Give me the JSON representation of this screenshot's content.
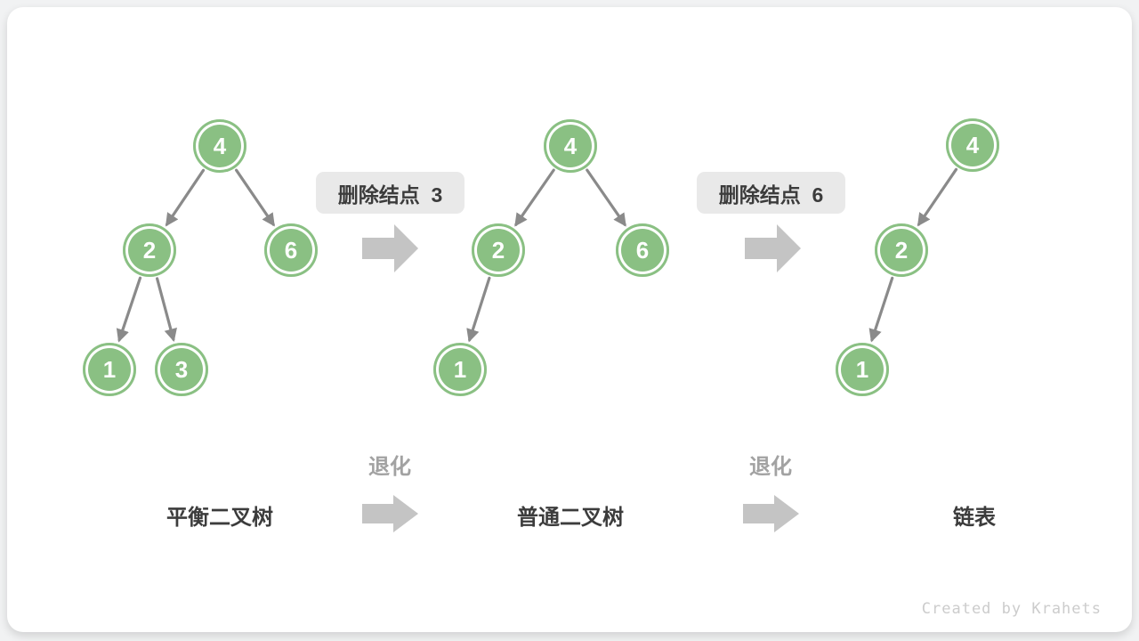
{
  "diagram": {
    "kind": "binary-tree-degeneration",
    "credit": "Created by Krahets"
  },
  "colors": {
    "page_bg": "#f1f2f3",
    "panel_bg": "#ffffff",
    "node_green": "#8AC083",
    "node_text": "#ffffff",
    "edge_gray": "#8a8a8a",
    "block_arrow_gray": "#c4c4c4",
    "step_label_bg": "#e9e9e9",
    "dark_text": "#3c3c3c",
    "muted_text": "#a2a2a2",
    "credit_text": "#cccccc"
  },
  "step_labels": [
    {
      "text": "删除结点  3"
    },
    {
      "text": "删除结点  6"
    }
  ],
  "degenerate_labels": [
    {
      "text": "退化"
    },
    {
      "text": "退化"
    }
  ],
  "trees": [
    {
      "name": "平衡二叉树",
      "nodes": [
        {
          "value": "4"
        },
        {
          "value": "2"
        },
        {
          "value": "6"
        },
        {
          "value": "1"
        },
        {
          "value": "3"
        }
      ],
      "edges": [
        "4→2",
        "4→6",
        "2→1",
        "2→3"
      ]
    },
    {
      "name": "普通二叉树",
      "nodes": [
        {
          "value": "4"
        },
        {
          "value": "2"
        },
        {
          "value": "6"
        },
        {
          "value": "1"
        }
      ],
      "edges": [
        "4→2",
        "4→6",
        "2→1"
      ]
    },
    {
      "name": "链表",
      "nodes": [
        {
          "value": "4"
        },
        {
          "value": "2"
        },
        {
          "value": "1"
        }
      ],
      "edges": [
        "4→2",
        "2→1"
      ]
    }
  ]
}
